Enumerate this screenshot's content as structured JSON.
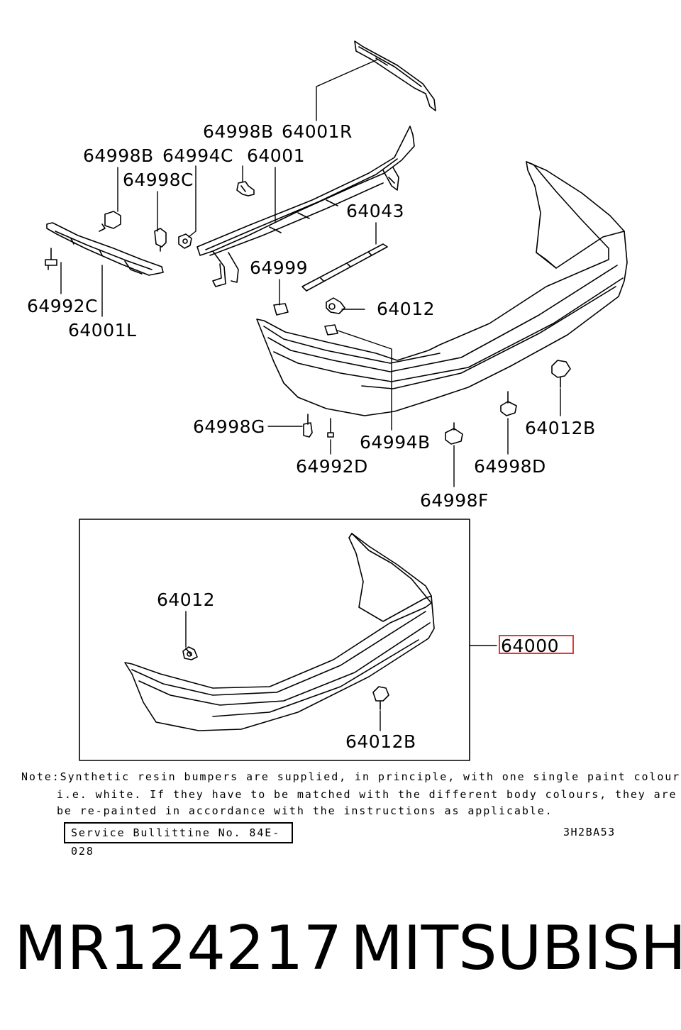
{
  "labels": {
    "p64001R": "64001R",
    "p64998B_top": "64998B",
    "p64998B_left": "64998B",
    "p64994C": "64994C",
    "p64001": "64001",
    "p64998C": "64998C",
    "p64043": "64043",
    "p64999": "64999",
    "p64012_top": "64012",
    "p64992C": "64992C",
    "p64001L": "64001L",
    "p64998G": "64998G",
    "p64994B": "64994B",
    "p64992D": "64992D",
    "p64012B_top": "64012B",
    "p64998D": "64998D",
    "p64998F": "64998F",
    "p64012_box": "64012",
    "p64000": "64000",
    "p64012B_box": "64012B"
  },
  "highlight_color": "#e53935",
  "note": {
    "line1": "Note:Synthetic resin bumpers are supplied, in principle, with one single paint colour",
    "line2": "i.e. white. If they have to be matched with the different body colours, they are to",
    "line3": "be re-painted in accordance with the instructions as applicable."
  },
  "service_bulletin": "Service Bullittine No. 84E-028",
  "diagram_code": "3H2BA53",
  "caption": {
    "part_number": "MR124217",
    "brand": "MITSUBISHI"
  }
}
